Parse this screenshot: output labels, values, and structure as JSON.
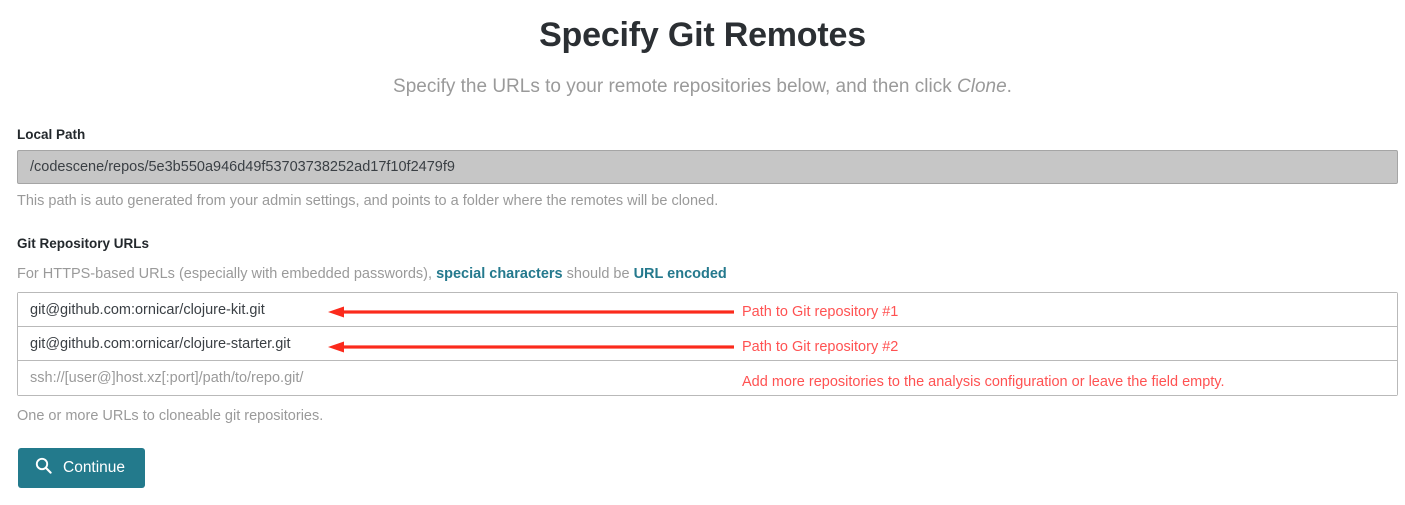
{
  "header": {
    "title": "Specify Git Remotes",
    "subtitle_pre": "Specify the URLs to your remote repositories below, and then click ",
    "subtitle_em": "Clone",
    "subtitle_post": "."
  },
  "local_path": {
    "label": "Local Path",
    "value": "/codescene/repos/5e3b550a946d49f53703738252ad17f10f2479f9",
    "help": "This path is auto generated from your admin settings, and points to a folder where the remotes will be cloned."
  },
  "git_urls": {
    "label": "Git Repository URLs",
    "help_pre": "For HTTPS-based URLs (especially with embedded passwords), ",
    "help_link1": "special characters",
    "help_mid": " should be ",
    "help_link2": "URL encoded",
    "rows": [
      {
        "value": "git@github.com:ornicar/clojure-kit.git",
        "placeholder": "ssh://[user@]host.xz[:port]/path/to/repo.git/"
      },
      {
        "value": "git@github.com:ornicar/clojure-starter.git",
        "placeholder": "ssh://[user@]host.xz[:port]/path/to/repo.git/"
      },
      {
        "value": "",
        "placeholder": "ssh://[user@]host.xz[:port]/path/to/repo.git/"
      }
    ],
    "help_bottom": "One or more URLs to cloneable git repositories."
  },
  "annotations": [
    {
      "text": "Path to Git repository #1"
    },
    {
      "text": "Path to Git repository #2"
    },
    {
      "text": "Add more repositories to the analysis configuration or leave the field empty."
    }
  ],
  "footer": {
    "continue_label": "Continue",
    "continue_icon": "search-icon"
  },
  "colors": {
    "accent_teal": "#237a8c",
    "annotation_red": "#ff5252",
    "arrow_red": "#fb2a1c",
    "disabled_field": "#c6c6c6",
    "muted_text": "#9a9a9a"
  }
}
